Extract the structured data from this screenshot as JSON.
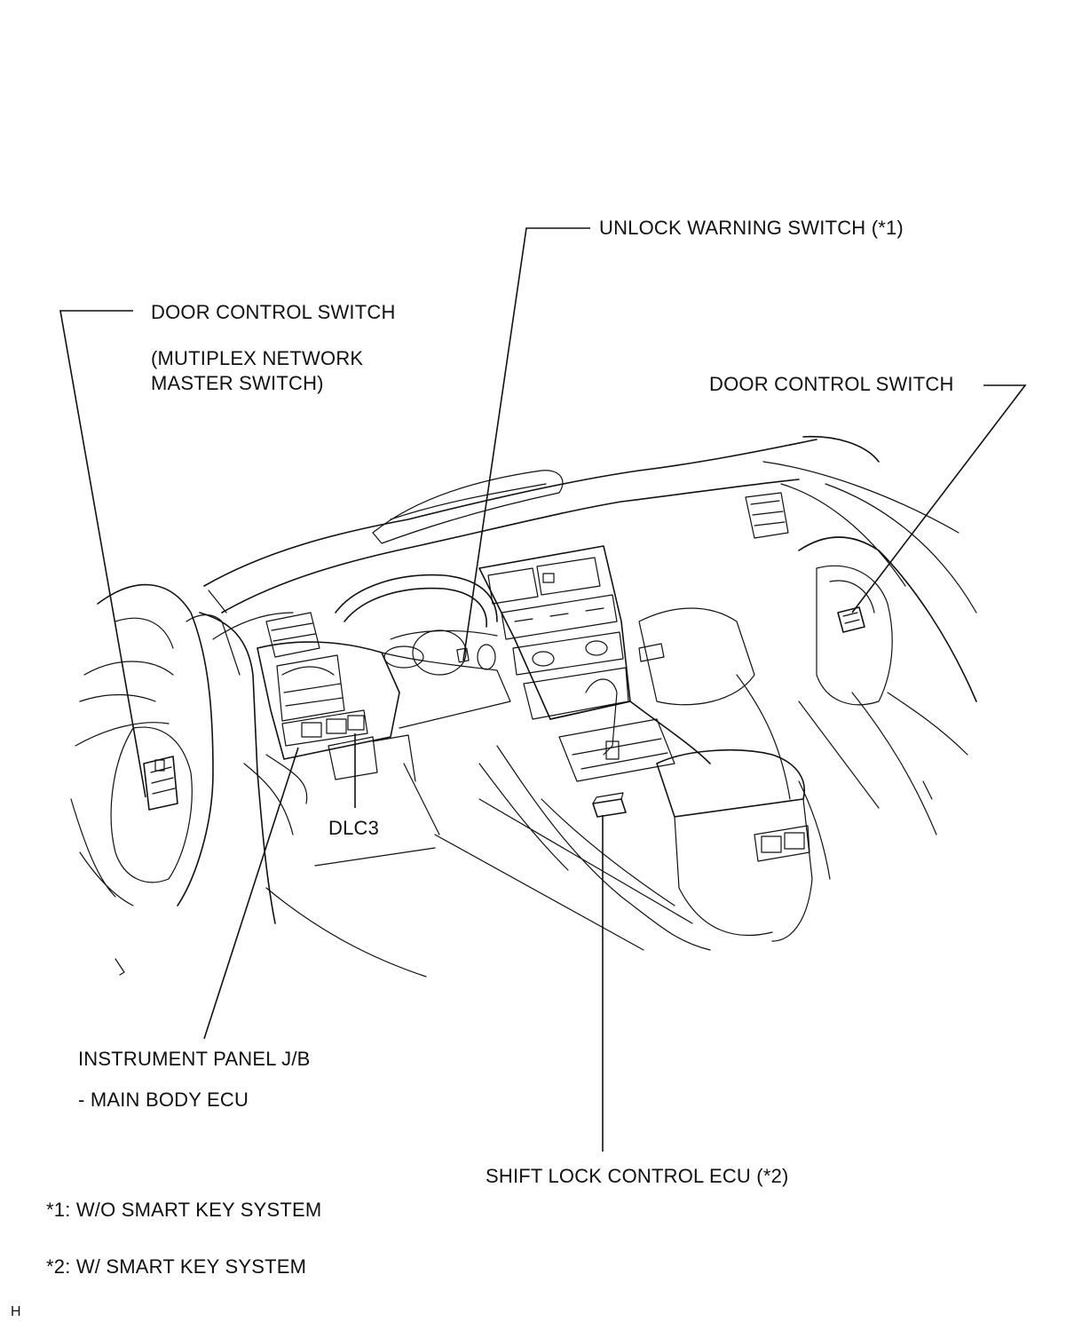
{
  "labels": {
    "unlock_warning_switch": "UNLOCK WARNING SWITCH  (*1)",
    "door_control_switch_left": "DOOR CONTROL SWITCH",
    "mutiplex_line1": "(MUTIPLEX NETWORK",
    "mutiplex_line2": "MASTER SWITCH)",
    "door_control_switch_right": "DOOR CONTROL SWITCH",
    "dlc3": "DLC3",
    "instrument_panel_jb": "INSTRUMENT PANEL J/B",
    "main_body_ecu": "- MAIN BODY ECU",
    "shift_lock_control_ecu": "SHIFT LOCK CONTROL ECU (*2)"
  },
  "footnotes": {
    "note1": "*1: W/O SMART KEY SYSTEM",
    "note2": "*2: W/ SMART KEY SYSTEM"
  },
  "figure_code": "H"
}
